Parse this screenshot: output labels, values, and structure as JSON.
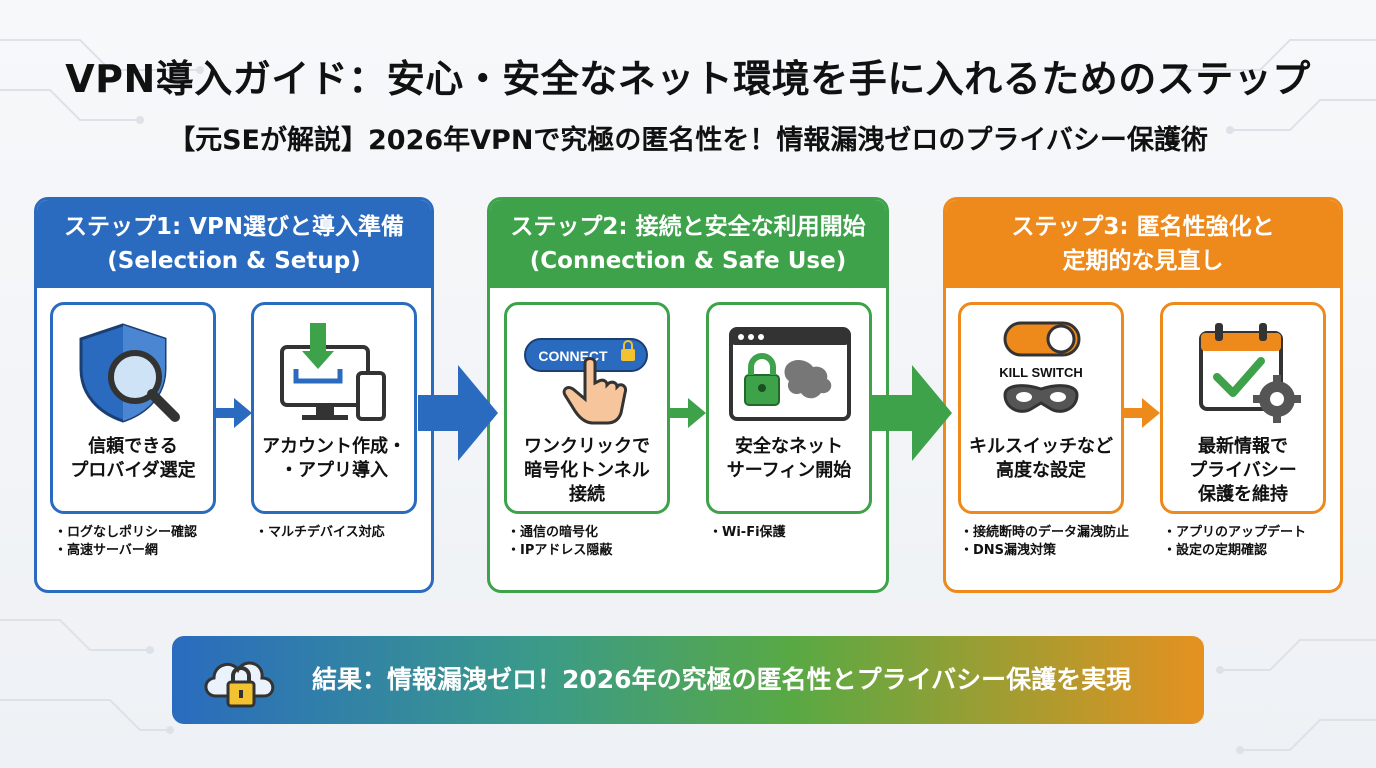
{
  "title": "VPN導入ガイド：安心・安全なネット環境を手に入れるためのステップ",
  "subtitle": "【元SEが解説】2026年VPNで究極の匿名性を！情報漏洩ゼロのプライバシー保護術",
  "colors": {
    "blue": "#2a6bbf",
    "green": "#3ea24a",
    "orange": "#ee8a1c"
  },
  "steps": [
    {
      "title_line1": "ステップ1: VPN選びと導入準備",
      "title_line2": "(Selection & Setup)",
      "cards": [
        {
          "icon": "shield-magnifier-icon",
          "label_line1": "信頼できる",
          "label_line2": "プロバイダ選定",
          "notes": [
            "ログなしポリシー確認",
            "高速サーバー網"
          ]
        },
        {
          "icon": "download-devices-icon",
          "label_line1": "アカウント作成・",
          "label_line2": "・アプリ導入",
          "notes": [
            "マルチデバイス対応"
          ]
        }
      ]
    },
    {
      "title_line1": "ステップ2: 接続と安全な利用開始",
      "title_line2": "(Connection & Safe Use)",
      "cards": [
        {
          "icon": "connect-button-icon",
          "icon_text": "CONNECT",
          "label_line1": "ワンクリックで",
          "label_line2": "暗号化トンネル",
          "label_line3": "接続",
          "notes": [
            "通信の暗号化",
            "IPアドレス隠蔽"
          ]
        },
        {
          "icon": "secure-browser-icon",
          "label_line1": "安全なネット",
          "label_line2": "サーフィン開始",
          "notes": [
            "Wi-Fi保護"
          ]
        }
      ]
    },
    {
      "title_line1": "ステップ3: 匿名性強化と",
      "title_line2": "定期的な見直し",
      "cards": [
        {
          "icon": "kill-switch-mask-icon",
          "icon_text": "KILL SWITCH",
          "label_line1": "キルスイッチなど",
          "label_line2": "高度な設定",
          "notes": [
            "接続断時のデータ漏洩防止",
            "DNS漏洩対策"
          ]
        },
        {
          "icon": "calendar-check-gear-icon",
          "label_line1": "最新情報で",
          "label_line2": "プライバシー",
          "label_line3": "保護を維持",
          "notes": [
            "アプリのアップデート",
            "設定の定期確認"
          ]
        }
      ]
    }
  ],
  "result": {
    "icon": "cloud-lock-icon",
    "text": "結果：情報漏洩ゼロ！2026年の究極の匿名性とプライバシー保護を実現"
  }
}
